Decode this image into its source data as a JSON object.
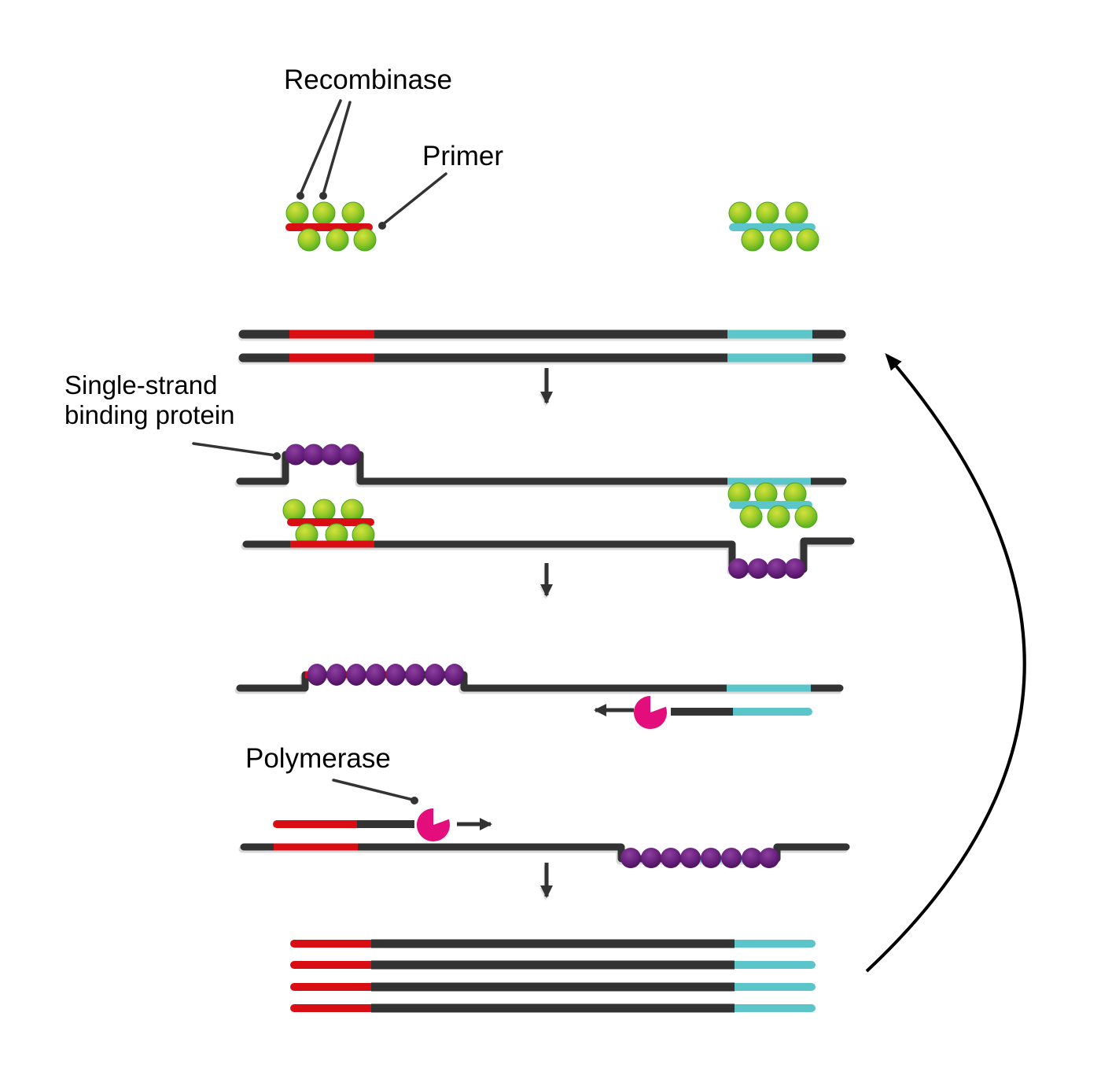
{
  "labels": {
    "recombinase": "Recombinase",
    "primer": "Primer",
    "ssb_line1": "Single-strand",
    "ssb_line2": "binding protein",
    "polymerase": "Polymerase"
  },
  "colors": {
    "background": "#ffffff",
    "strand_dark": "#333333",
    "primer_red": "#d90e15",
    "primer_cyan": "#5cc5ca",
    "recombinase_green": "#54b124",
    "recombinase_green_light": "#cfe03a",
    "ssb_purple": "#63217a",
    "ssb_purple_light": "#8d3f9e",
    "polymerase_pink": "#e30e7c",
    "annotation_black": "#000000"
  }
}
